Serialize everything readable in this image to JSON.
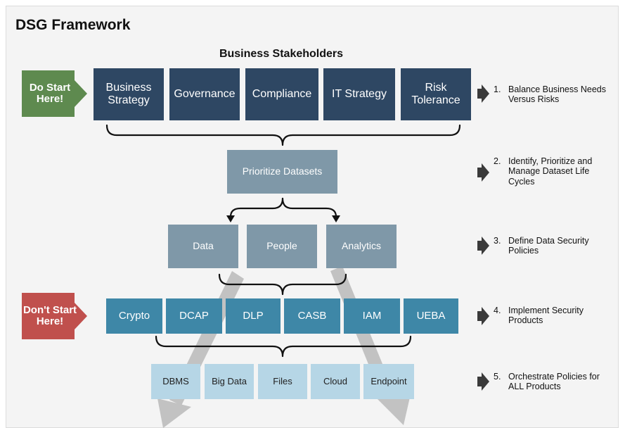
{
  "title": "DSG Framework",
  "subtitle": "Business Stakeholders",
  "do_start": "Do Start Here!",
  "dont_start": "Don't Start Here!",
  "stakeholders": [
    "Business Strategy",
    "Governance",
    "Compliance",
    "IT Strategy",
    "Risk Tolerance"
  ],
  "prioritize": "Prioritize Datasets",
  "policy_items": [
    "Data",
    "People",
    "Analytics"
  ],
  "products": [
    "Crypto",
    "DCAP",
    "DLP",
    "CASB",
    "IAM",
    "UEBA"
  ],
  "platforms": [
    "DBMS",
    "Big Data",
    "Files",
    "Cloud",
    "Endpoint"
  ],
  "steps": [
    {
      "num": "1.",
      "text": "Balance Business Needs Versus Risks"
    },
    {
      "num": "2.",
      "text": "Identify, Prioritize and Manage Dataset Life Cycles"
    },
    {
      "num": "3.",
      "text": "Define Data Security Policies"
    },
    {
      "num": "4.",
      "text": "Implement Security Products"
    },
    {
      "num": "5.",
      "text": "Orchestrate Policies for ALL Products"
    }
  ],
  "colors": {
    "stakeholder": "#2e4763",
    "prioritize": "#7f98a8",
    "product": "#3e87a7",
    "platform": "#b6d6e6",
    "do_start": "#5e8a4f",
    "dont_start": "#c0504d",
    "step_arrow": "#3a3a3a",
    "background_arrow": "#c2c2c2"
  }
}
